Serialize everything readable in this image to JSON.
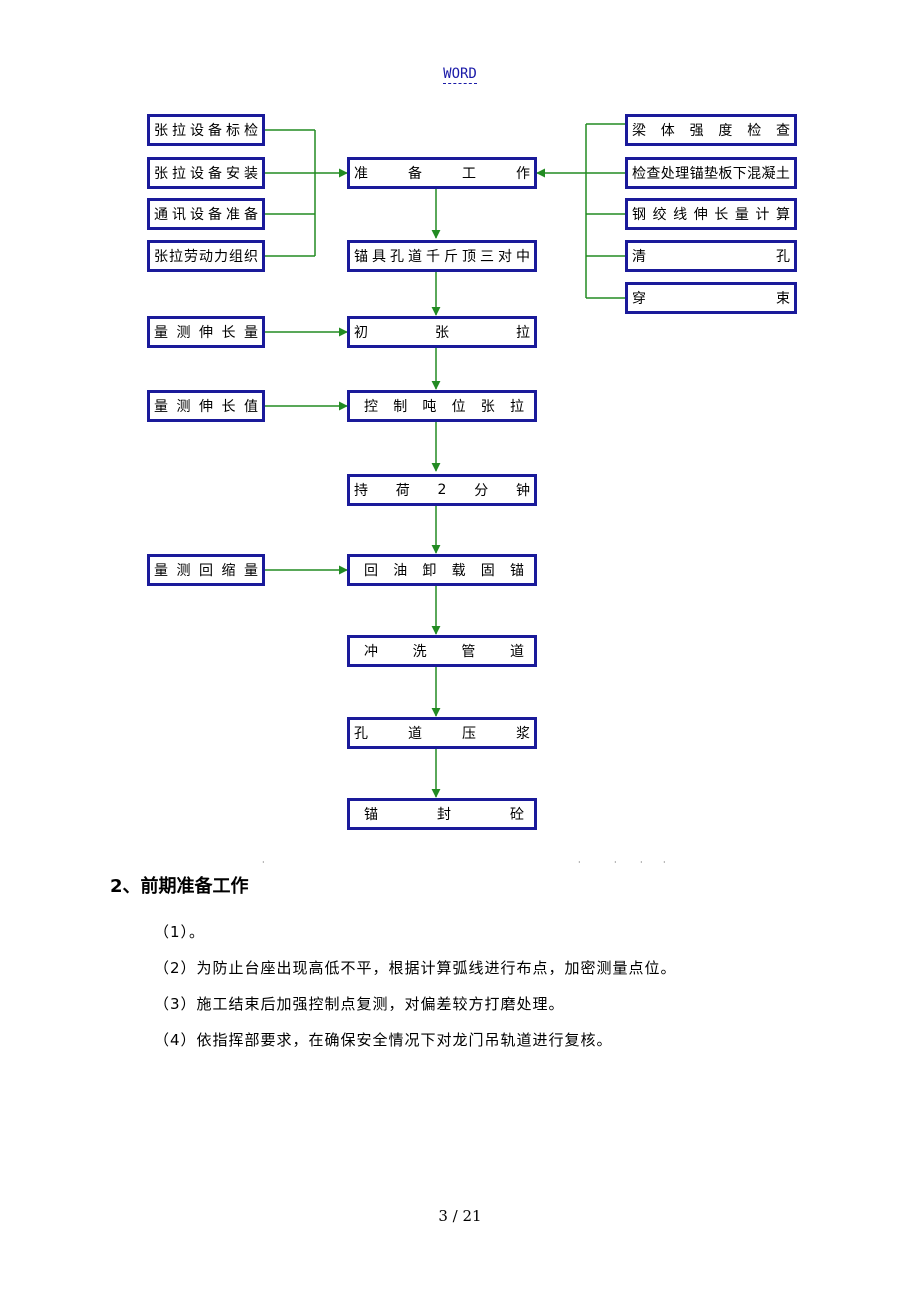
{
  "header": {
    "text": "WORD"
  },
  "flowchart": {
    "left_boxes": [
      "张拉设备标检",
      "张拉设备安装",
      "通讯设备准备",
      "张拉劳动力组织",
      "量测伸长量",
      "量测伸长值",
      "量测回缩量"
    ],
    "main_boxes": [
      "准备工作",
      "锚具孔道千斤顶三对中",
      "初张拉",
      "控制吨位张拉",
      "持荷2分钟",
      "回油卸载固锚",
      "冲洗管道",
      "孔道压浆",
      "锚封砼"
    ],
    "right_boxes": [
      "梁体强度检查",
      "检查处理锚垫板下混凝土",
      "钢绞线伸长量计算",
      "清孔",
      "穿束"
    ],
    "colors": {
      "box_border": "#1a1a9a",
      "arrow": "#228b22"
    }
  },
  "section": {
    "heading": "2、前期准备工作",
    "items": [
      "（1）。",
      "（2）为防止台座出现高低不平，根据计算弧线进行布点，加密测量点位。",
      "（3）施工结束后加强控制点复测，对偏差较方打磨处理。",
      "（4）依指挥部要求，在确保安全情况下对龙门吊轨道进行复核。"
    ]
  },
  "footer": {
    "page": "3 / 21"
  }
}
